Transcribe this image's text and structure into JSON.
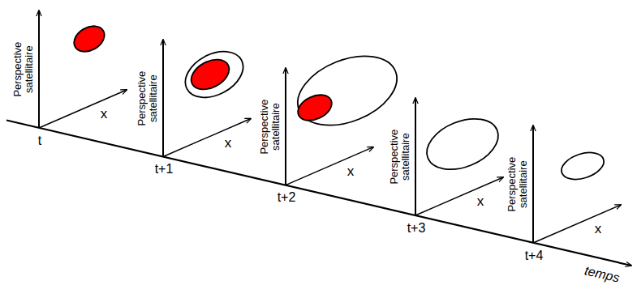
{
  "diagram": {
    "labels": [
      "Perspective satellitaire",
      "x",
      "t",
      "Perspective satellitaire",
      "x",
      "t+1",
      "Perspective satellitaire",
      "x",
      "t+2",
      "Perspective satellitaire",
      "x",
      "t+3",
      "Perspective satellitaire",
      "x",
      "t+4",
      "temps"
    ]
  }
}
